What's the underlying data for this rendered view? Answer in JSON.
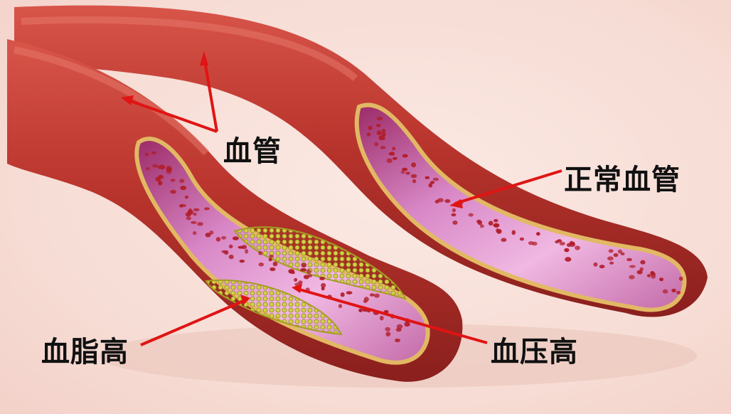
{
  "labels": {
    "vessel": "血管",
    "normal_vessel": "正常血管",
    "high_lipid": "血脂高",
    "high_blood_pressure": "血压高"
  },
  "colors": {
    "vessel_wall": "#b8342c",
    "lumen": "#e7a4d6",
    "red_cell": "#b01e2a",
    "plaque": "#c8c23a",
    "pointer": "#e01414",
    "label_text": "#111111"
  }
}
